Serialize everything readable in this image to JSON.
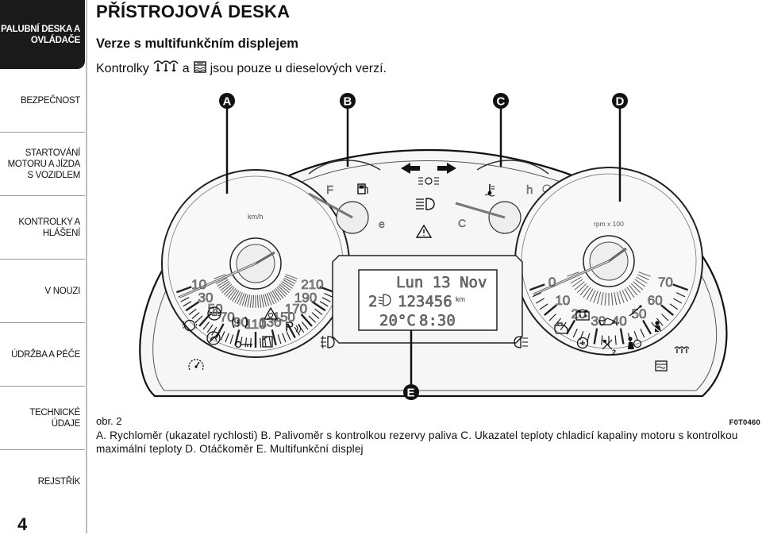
{
  "sidebar": {
    "items": [
      {
        "label": "PALUBNÍ DESKA A OVLÁDAČE",
        "active": true
      },
      {
        "label": "BEZPEČNOST"
      },
      {
        "label": "STARTOVÁNÍ MOTORU A JÍZDA S VOZIDLEM"
      },
      {
        "label": "KONTROLKY A HLÁŠENÍ"
      },
      {
        "label": "V NOUZI"
      },
      {
        "label": "ÚDRŽBA A PÉČE"
      },
      {
        "label": "TECHNICKÉ ÚDAJE"
      },
      {
        "label": "REJSTŘÍK"
      }
    ],
    "page_number": "4"
  },
  "page": {
    "title": "PŘÍSTROJOVÁ DESKA",
    "subtitle": "Verze s multifunkčním displejem",
    "note_before": "Kontrolky",
    "note_mid": "a",
    "note_after": "jsou pouze u dieselových verzí.",
    "note_icons": [
      "glow-plug-icon",
      "water-in-fuel-icon"
    ]
  },
  "figure": {
    "callouts": {
      "a": "A",
      "b": "B",
      "c": "C",
      "d": "D",
      "e": "E"
    },
    "speedometer": {
      "labels": [
        "10",
        "30",
        "50",
        "70",
        "90",
        "110",
        "130",
        "150",
        "170",
        "190",
        "210"
      ],
      "unit": "km/h"
    },
    "fuel_gauge": {
      "full": "F",
      "empty": "e"
    },
    "temp_gauge": {
      "cold": "C",
      "hot": "h"
    },
    "tachometer": {
      "labels": [
        "0",
        "10",
        "20",
        "30",
        "40",
        "50",
        "60",
        "70"
      ],
      "unit": "rpm x 100"
    },
    "display": {
      "line1": "Lun 13 Nov",
      "gear": "2",
      "odometer": "123456",
      "odometer_unit": "km",
      "temperature": "20°C",
      "time": "8:30"
    },
    "warning_icons": [
      "brake-icon",
      "abs-icon",
      "tyre-pressure-icon",
      "esp-icon",
      "parking-sensor-icon",
      "airbag-off-icon",
      "immobilizer-icon",
      "door-open-icon",
      "front-fog-icon",
      "rear-fog-icon",
      "battery-icon",
      "oil-pressure-icon",
      "engine-check-icon",
      "seat-belt-icon",
      "airbag-icon",
      "cruise-control-icon",
      "glow-plug-icon",
      "water-in-fuel-icon"
    ],
    "parking_label": "P",
    "airbag_count": "2",
    "fig_label": "obr. 2",
    "fig_code": "F0T0460"
  },
  "caption": "A. Rychloměr (ukazatel rychlosti) B. Palivoměr s kontrolkou rezervy paliva C. Ukazatel teploty chladicí kapaliny motoru s kontrolkou maximální teploty D. Otáčkoměr E. Multifunkční displej"
}
